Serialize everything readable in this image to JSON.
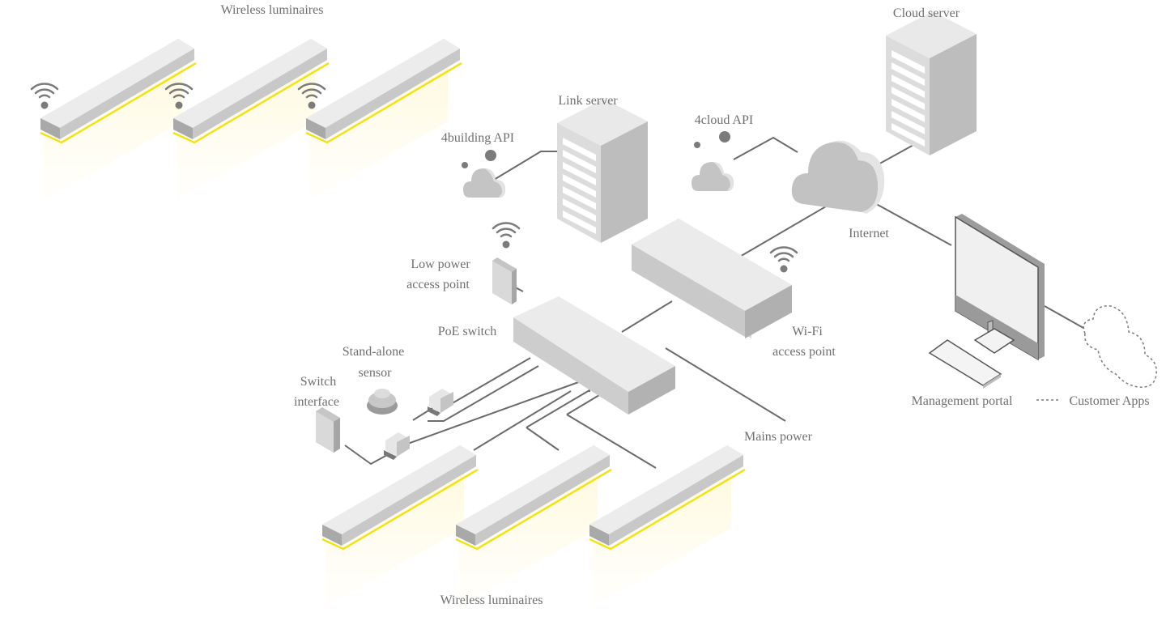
{
  "labels": {
    "wireless_luminaires_top": "Wireless luminaires",
    "wireless_luminaires_bottom": "Wireless luminaires",
    "cloud_server": "Cloud server",
    "link_server": "Link server",
    "building_api": "4building API",
    "cloud_api": "4cloud API",
    "internet": "Internet",
    "low_power_ap_line1": "Low power",
    "low_power_ap_line2": "access point",
    "poe_switch": "PoE switch",
    "sensor_line1": "Stand-alone",
    "sensor_line2": "sensor",
    "switch_if_line1": "Switch",
    "switch_if_line2": "interface",
    "wifi_ap_line1": "Wi-Fi",
    "wifi_ap_line2": "access point",
    "mains_power": "Mains power",
    "management_portal": "Management portal",
    "customer_apps": "Customer Apps"
  },
  "icons": {
    "wifi": "wifi-icon",
    "cloud": "cloud-icon",
    "server": "server-icon",
    "monitor": "monitor-icon",
    "keyboard": "keyboard-icon"
  },
  "colors": {
    "accent_yellow": "#f2e21c",
    "glow": "#fffbe6",
    "line": "#6b6b6b",
    "label": "#6f6f6f"
  }
}
